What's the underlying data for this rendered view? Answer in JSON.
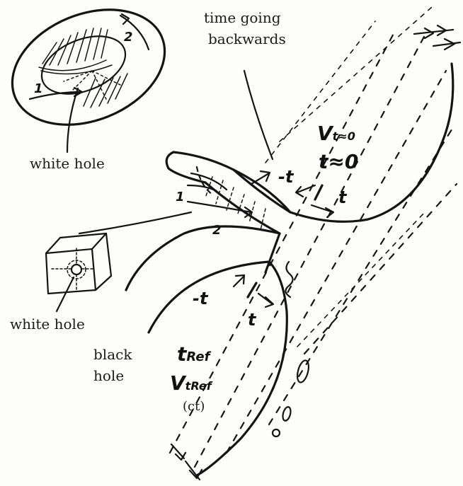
{
  "labels": {
    "top_note_line1": "time going",
    "top_note_line2": "backwards",
    "white_hole_upper": "white hole",
    "white_hole_lower": "white hole",
    "black_hole_line1": "black",
    "black_hole_line2": "hole",
    "torus_path_1": "1",
    "torus_path_2": "2",
    "tube_path_1": "1",
    "tube_path_2": "2",
    "minus_t_upper": "-t",
    "t_upper_right": "t",
    "minus_t_lower": "-t",
    "t_lower": "t",
    "v_t0_main": "V",
    "v_t0_sub": "t≈0",
    "t_approx_0": "t≈0",
    "t_ref_main": "t",
    "t_ref_sub": "Ref",
    "v_tref_main": "V",
    "v_tref_sub": "tRef",
    "ct_label": "(ct)"
  },
  "colors": {
    "ink": "#141414",
    "paper": "#fdfdfb"
  }
}
